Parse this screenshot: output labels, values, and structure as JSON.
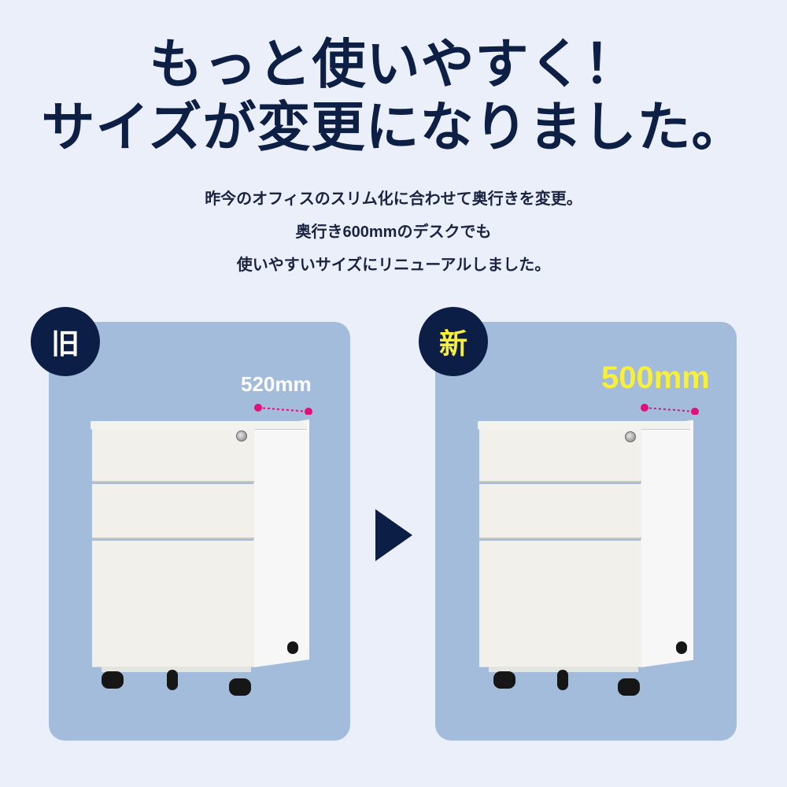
{
  "headline": {
    "line1": "もっと使いやすく！",
    "line2": "サイズが変更になりました。"
  },
  "subcopy": {
    "line1": "昨今のオフィスのスリム化に合わせて奥行きを変更。",
    "line2": "奥行き600mmのデスクでも",
    "line3": "使いやすいサイズにリニューアルしました。"
  },
  "comparison": {
    "old": {
      "badge": "旧",
      "depth_label": "520mm",
      "label_color": "#ffffff"
    },
    "new": {
      "badge": "新",
      "depth_label": "500mm",
      "label_color": "#f8ef3a"
    },
    "arrow_icon": "right-triangle-arrow"
  },
  "colors": {
    "background": "#ebeff9",
    "panel": "#a3bcdb",
    "navy": "#0c1d46",
    "dimension_marker": "#e0127a",
    "highlight_yellow": "#f8ef3a"
  }
}
